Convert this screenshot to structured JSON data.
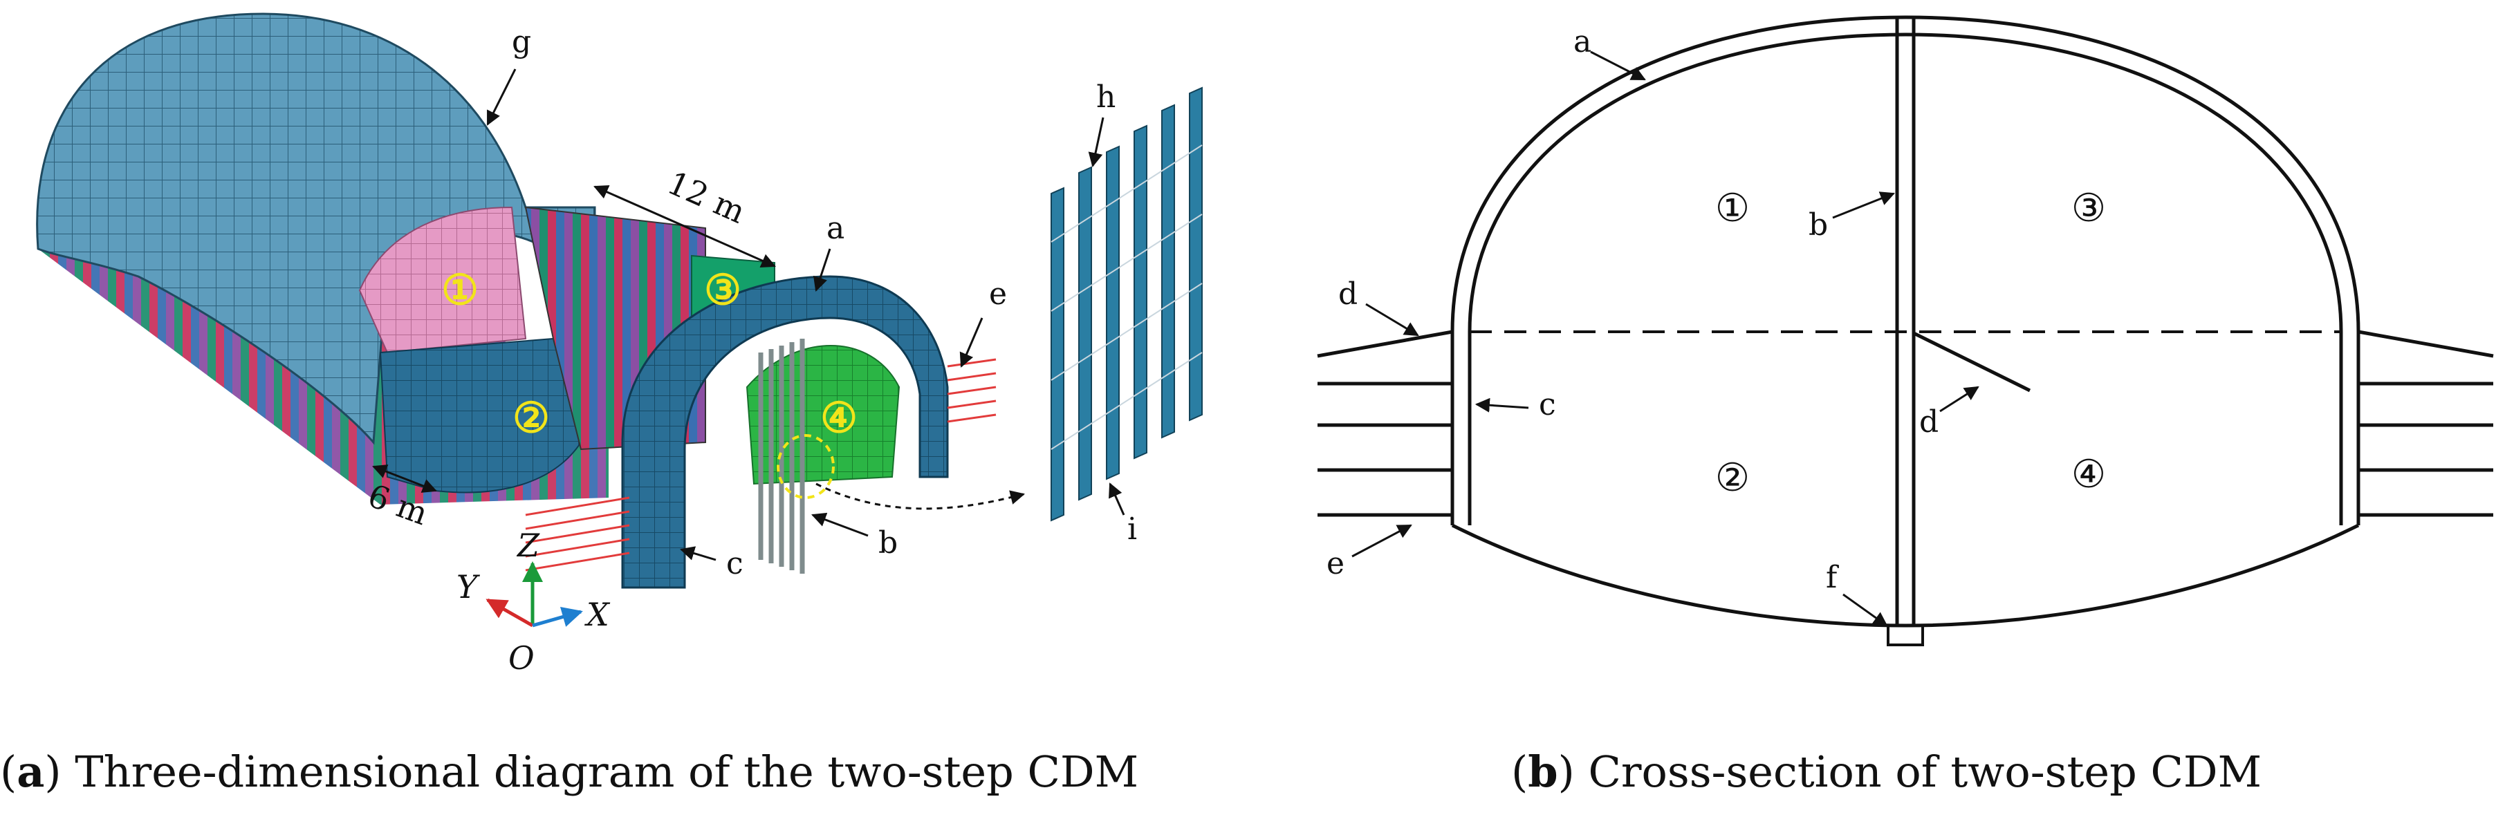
{
  "panel_a": {
    "labels": {
      "g": "g",
      "a": "a",
      "e": "e",
      "h": "h",
      "i": "i",
      "b": "b",
      "c": "c"
    },
    "dims": {
      "length": "12 m",
      "width": "6 m"
    },
    "regions": [
      "①",
      "②",
      "③",
      "④"
    ],
    "axes": {
      "z": "Z",
      "y": "Y",
      "x": "X",
      "origin": "O"
    },
    "colors": {
      "shell": "#4e8fb0",
      "shell_dark": "#2f6a88",
      "region1": "#e49ac4",
      "region2": "#1f5f8e",
      "region3": "#14a06a",
      "region4": "#2bb545",
      "ribs": "#2a7ea3",
      "bolts": "#e23b3b",
      "axis_z": "#1a9a3a",
      "axis_y": "#d42a2a",
      "axis_x": "#1e7fd0",
      "region_text": "#f2e41a"
    }
  },
  "panel_b": {
    "labels": {
      "a": "a",
      "b_top": "b",
      "d_left": "d",
      "c": "c",
      "d_mid": "d",
      "e": "e",
      "f": "f"
    },
    "regions": [
      "①",
      "②",
      "③",
      "④"
    ]
  },
  "captions": {
    "a_letter": "a",
    "a_text": " Three-dimensional diagram of the two-step CDM",
    "b_letter": "b",
    "b_text": " Cross-section of two-step CDM"
  }
}
